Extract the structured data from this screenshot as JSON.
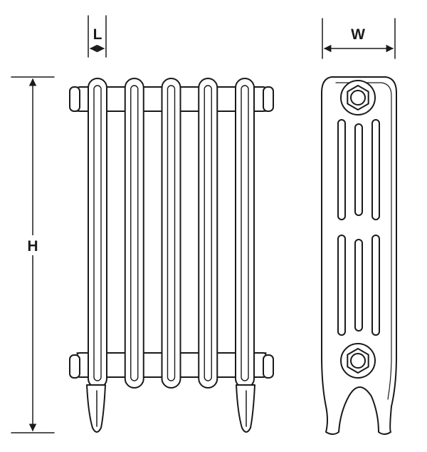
{
  "diagram": {
    "subject": "cast-iron-column-radiator",
    "views": [
      "front-view",
      "side-view"
    ],
    "front_view": {
      "column_count": 5
    },
    "side_view": {
      "slot_rows": 2,
      "slots_per_row": 3
    },
    "dimension_labels": {
      "length": "L",
      "height": "H",
      "width": "W"
    },
    "colors": {
      "stroke": "#1a1a1a",
      "fill": "#ffffff"
    }
  }
}
